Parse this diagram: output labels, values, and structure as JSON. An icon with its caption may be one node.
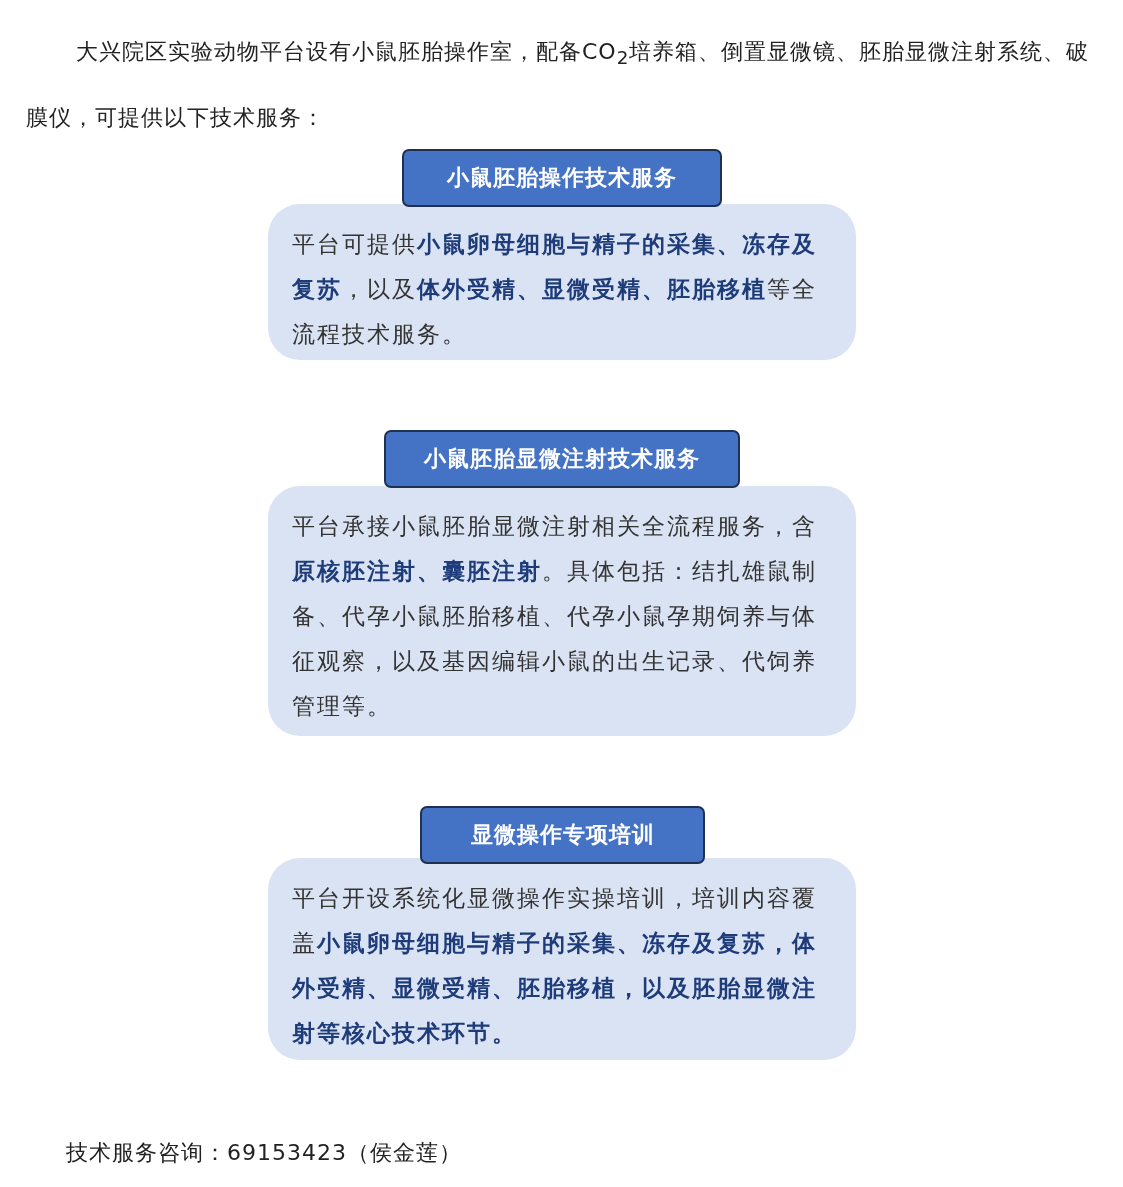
{
  "diagram": {
    "nodes": [
      {
        "text": [
          "小鼠胚胎操作技术服务",
          "平台可提供**小鼠卵母细胞与精子的采集、冻存及复苏**，以及**体外受精、显微受精、胚胎移植**等全流程技术服务。"
        ]
      },
      {
        "text": [
          "小鼠胚胎显微注射技术服务",
          "平台承接小鼠胚胎显微注射相关全流程服务，含**原核胚注射、囊胚注射**。具体包括：结扎雄鼠制备、代孕小鼠胚胎移植、代孕小鼠孕期饲养与体征观察，以及基因编辑小鼠的出生记录、代饲养管理等。"
        ]
      },
      {
        "text": [
          "显微操作专项培训",
          "平台开设系统化显微操作实操培训，培训内容覆盖**小鼠卵母细胞与精子的采集、冻存及复苏，体外受精、显微受精、胚胎移植，以及胚胎显微注射等核心技术环节。**"
        ]
      }
    ],
    "labels": [
      "大兴院区实验动物平台设有小鼠胚胎操作室，配备CO$_{2}$培养箱、倒置显微镜、胚胎显微注射系统、破膜仪，可提供以下技术服务：",
      "技术服务咨询：69153423（侯金莲）"
    ]
  }
}
